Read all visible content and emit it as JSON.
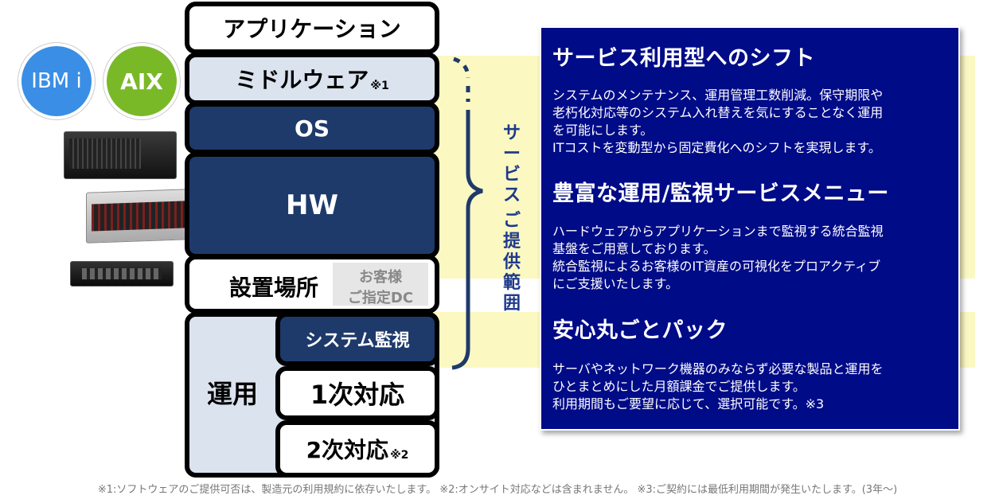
{
  "logos": [
    {
      "label": "IBM i",
      "color": "#3a8ee6"
    },
    {
      "label": "AIX",
      "color": "#79b928"
    }
  ],
  "stack": {
    "application": "アプリケーション",
    "middleware": "ミドルウェア",
    "middleware_note": "※1",
    "os": "OS",
    "hw": "HW",
    "location": "設置場所",
    "location_sub_1": "お客様",
    "location_sub_2": "ご指定DC",
    "operation": "運用",
    "monitoring": "システム監視",
    "first_response": "1次対応",
    "second_response": "2次対応",
    "second_response_note": "※2"
  },
  "service_scope_label": [
    "サ",
    "ー",
    "ビ",
    "ス",
    "ご",
    "提",
    "供",
    "範",
    "囲"
  ],
  "panel": {
    "sections": [
      {
        "title": "サービス利用型へのシフト",
        "lines": [
          "システムのメンテナンス、運用管理工数削減。保守期限や",
          "老朽化対応等のシステム入れ替えを気にすることなく運用",
          "を可能にします。",
          "ITコストを変動型から固定費化へのシフトを実現します。"
        ]
      },
      {
        "title": "豊富な運用/監視サービスメニュー",
        "lines": [
          "ハードウェアからアプリケーションまで監視する統合監視",
          "基盤をご用意しております。",
          "統合監視によるお客様のIT資産の可視化をプロアクティブ",
          "にご支援いたします。"
        ]
      },
      {
        "title": "安心丸ごとパック",
        "lines": [
          "サーバやネットワーク機器のみならず必要な製品と運用を",
          "ひとまとめにした月額課金でご提供します。",
          "利用期間もご要望に応じて、選択可能です。※3"
        ]
      }
    ]
  },
  "footnote": "※1:ソフトウェアのご提供可否は、製造元の利用規約に依存いたします。 ※2:オンサイト対応などは含まれません。 ※3:ご契約には最低利用期間が発生いたします。(3年〜)",
  "colors": {
    "navy": "#1e3a6b",
    "panel": "#000b87",
    "band": "#fbf8c2"
  }
}
